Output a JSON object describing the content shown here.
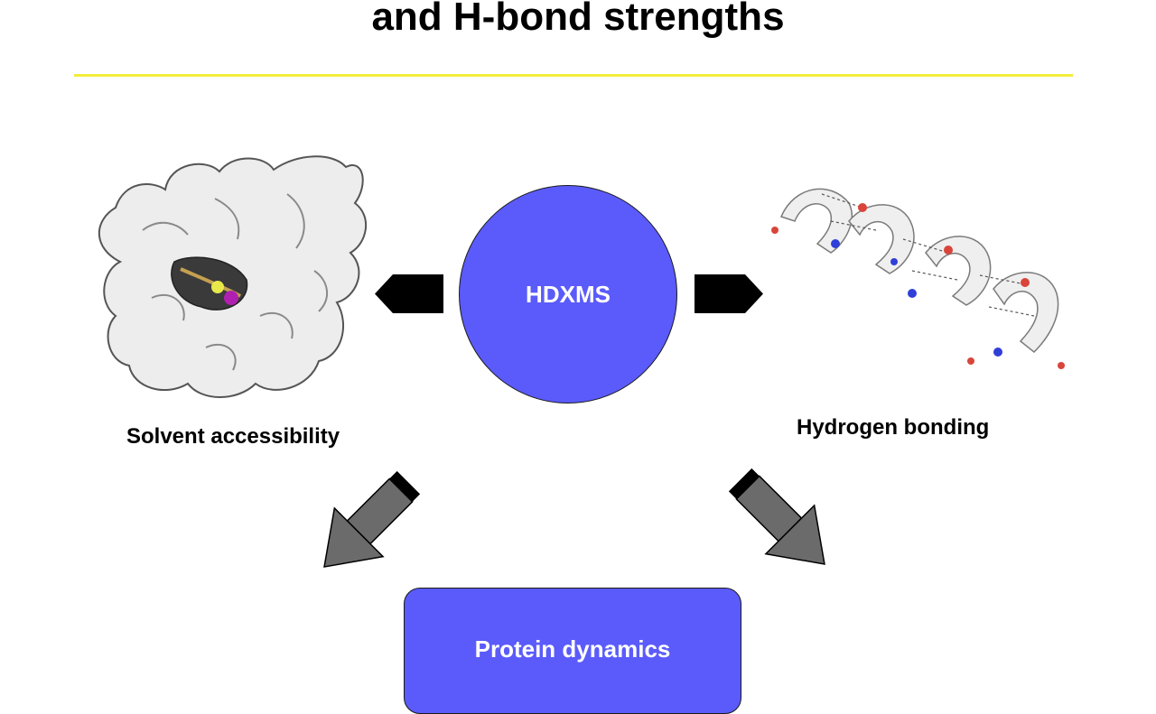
{
  "title": "and H-bond strengths",
  "center": {
    "label": "HDXMS"
  },
  "left": {
    "label": "Solvent accessibility"
  },
  "right": {
    "label": "Hydrogen bonding"
  },
  "bottom": {
    "label": "Protein dynamics"
  },
  "colors": {
    "accent_blue": "#5b5bfb",
    "title_rule": "#f2ee3a",
    "arrow_gray": "#6b6b6b",
    "arrow_black": "#000000"
  }
}
